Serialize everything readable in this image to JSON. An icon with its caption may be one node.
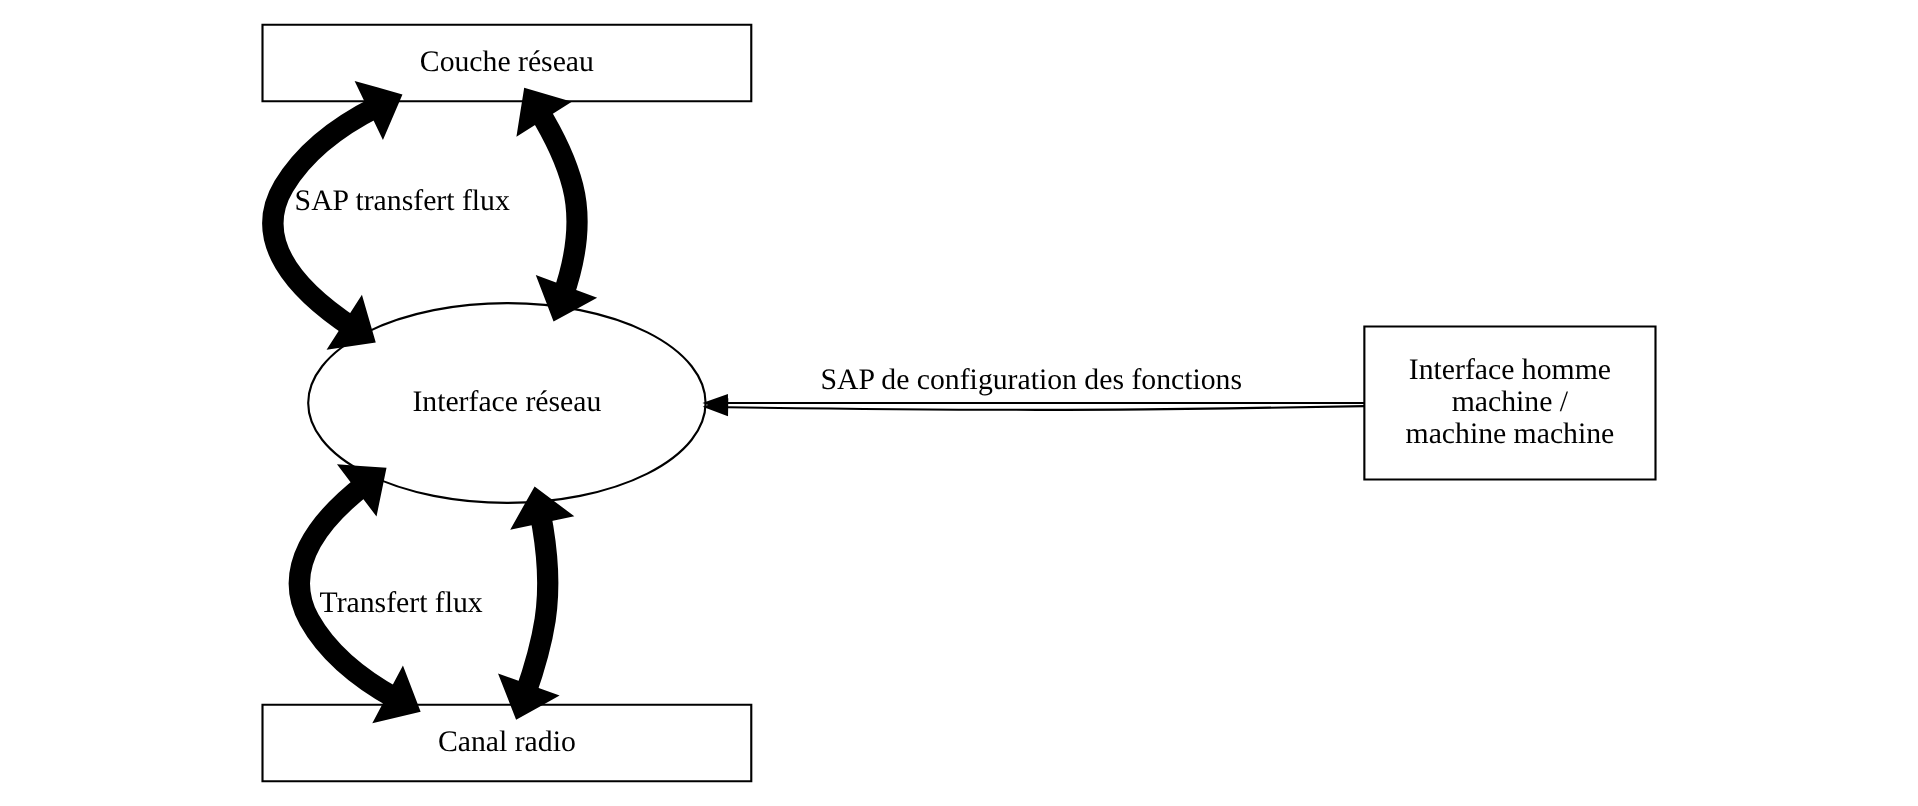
{
  "diagram": {
    "nodes": [
      {
        "text": [
          "Couche réseau"
        ]
      },
      {
        "text": [
          "Interface réseau"
        ]
      },
      {
        "text": [
          "Interface homme machine / machine machine"
        ]
      },
      {
        "text": [
          "Canal radio"
        ]
      }
    ],
    "edges": [
      {
        "from": 0,
        "to": 1,
        "arrow": "both",
        "label": "SAP transfert flux"
      },
      {
        "from": 0,
        "to": 1,
        "arrow": "both"
      },
      {
        "from": 2,
        "to": 1,
        "arrow": "to",
        "label": "SAP de configuration des fonctions"
      },
      {
        "from": 2,
        "to": 1,
        "arrow": "to"
      },
      {
        "from": 1,
        "to": 3,
        "arrow": "both",
        "label": "Transfert flux"
      },
      {
        "from": 1,
        "to": 3,
        "arrow": "both"
      }
    ]
  }
}
